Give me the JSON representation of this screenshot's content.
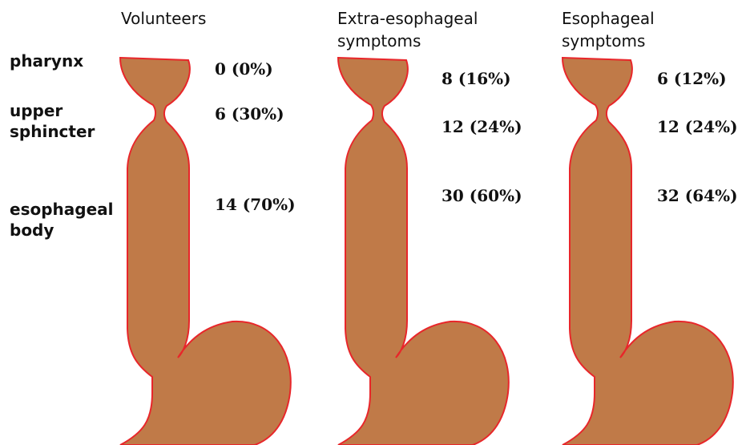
{
  "groups": [
    {
      "title_line1": "Volunteers",
      "title_line2": "",
      "values": [
        "0 (0%)",
        "6 (30%)",
        "14 (70%)"
      ]
    },
    {
      "title_line1": "Extra-esophageal",
      "title_line2": "symptoms",
      "values": [
        "8 (16%)",
        "12 (24%)",
        "30 (60%)"
      ]
    },
    {
      "title_line1": "Esophageal",
      "title_line2": "symptoms",
      "values": [
        "6 (12%)",
        "12 (24%)",
        "32 (64%)"
      ]
    }
  ],
  "regions": {
    "pharynx": "pharynx",
    "upper_sphincter_line1": "upper",
    "upper_sphincter_line2": "sphincter",
    "esophageal_body_line1": "esophageal",
    "esophageal_body_line2": "body"
  },
  "colors": {
    "organ_fill": "#c07a48",
    "organ_outline": "#e8262a"
  }
}
